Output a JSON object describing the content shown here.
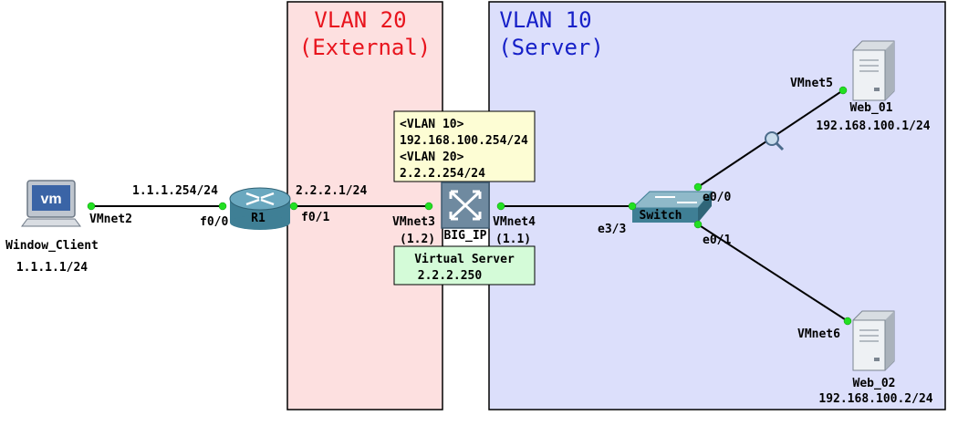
{
  "vlan20": {
    "title": "VLAN 20",
    "subtitle": "(External)",
    "color": "#e8141d"
  },
  "vlan10": {
    "title": "VLAN 10",
    "subtitle": "(Server)",
    "color": "#1620c8"
  },
  "info_box": {
    "line1": "<VLAN 10>",
    "line2": "192.168.100.254/24",
    "line3": "<VLAN 20>",
    "line4": "2.2.2.254/24"
  },
  "vs_box": {
    "line1": "Virtual Server",
    "line2": "2.2.2.250"
  },
  "nodes": {
    "client": {
      "name": "Window_Client",
      "ip": "1.1.1.1/24",
      "port": "VMnet2",
      "icon_text": "vm"
    },
    "r1": {
      "name": "R1",
      "port_left": "f0/0",
      "port_right": "f0/1",
      "ip_left": "1.1.1.254/24",
      "ip_right": "2.2.2.1/24"
    },
    "bigip": {
      "name": "BIG_IP",
      "port_left": "VMnet3",
      "port_right": "VMnet4",
      "note_left": "(1.2)",
      "note_right": "(1.1)"
    },
    "switch": {
      "name": "Switch",
      "port_left": "e3/3",
      "port_top": "e0/0",
      "port_bottom": "e0/1"
    },
    "web01": {
      "name": "Web_01",
      "ip": "192.168.100.1/24",
      "port": "VMnet5"
    },
    "web02": {
      "name": "Web_02",
      "ip": "192.168.100.2/24",
      "port": "VMnet6"
    }
  },
  "colors": {
    "vlan20_fill": "#fde0e0",
    "vlan10_fill": "#dcdffb",
    "info_fill": "#fdfdd4",
    "vs_fill": "#d4fbd8",
    "link_dot": "#22e022"
  }
}
